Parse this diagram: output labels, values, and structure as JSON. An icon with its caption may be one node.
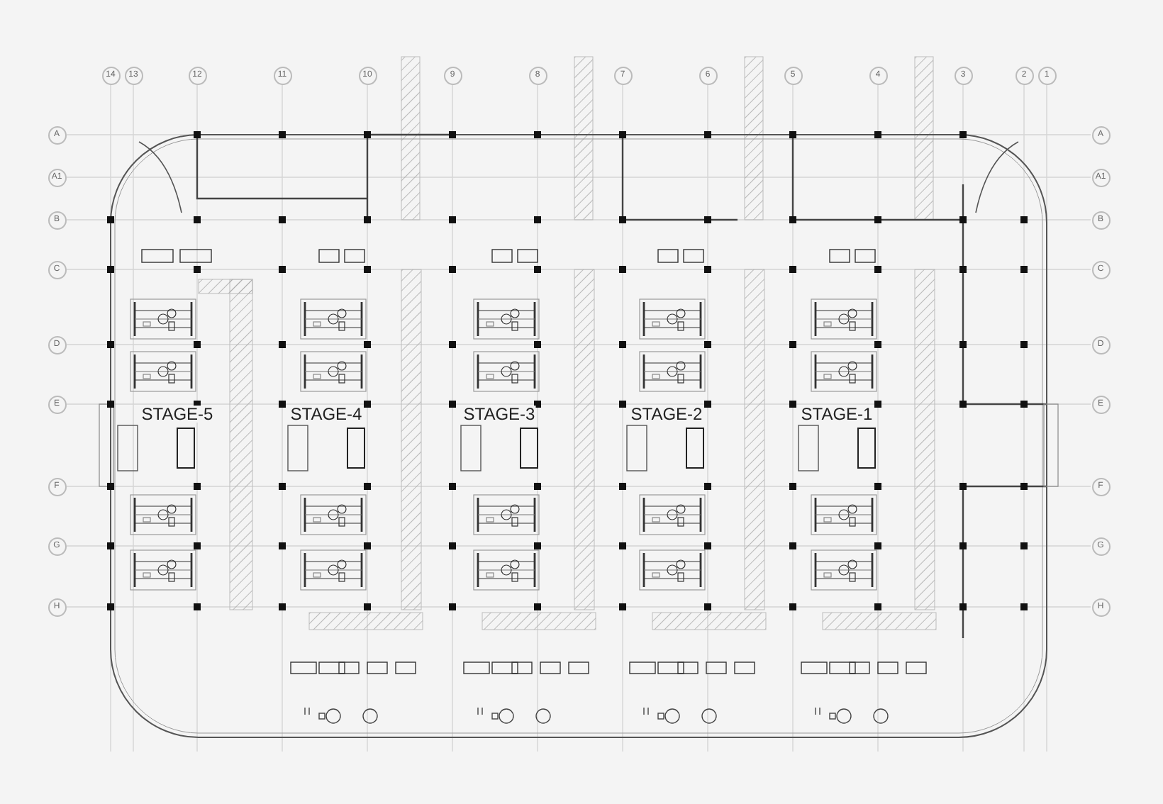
{
  "diagram": {
    "labels": [
      "14",
      "13",
      "12",
      "11",
      "10",
      "9",
      "8",
      "7",
      "6",
      "5",
      "4",
      "3",
      "2",
      "1",
      "A",
      "A",
      "A1",
      "A1",
      "B",
      "B",
      "C",
      "C",
      "D",
      "D",
      "E",
      "STAGE-5",
      "STAGE-4",
      "STAGE-3",
      "STAGE-2",
      "STAGE-1",
      "E",
      "F",
      "F",
      "G",
      "G",
      "H",
      "H"
    ]
  }
}
